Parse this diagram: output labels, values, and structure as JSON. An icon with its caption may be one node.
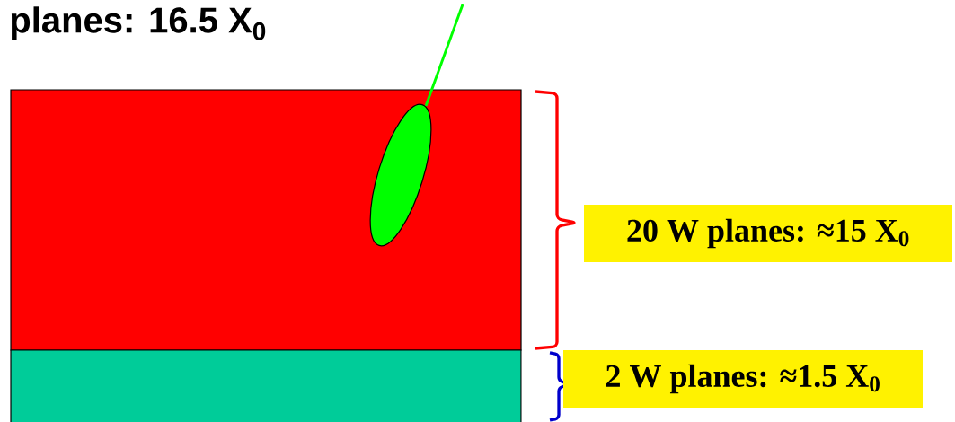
{
  "diagram": {
    "title": "planes: 16.5 X$_{0}$",
    "nodes": [
      {
        "text": [
          "20 W planes: ≈15 X$_{0}$"
        ]
      },
      {
        "text": [
          "2 W planes: ≈1.5 X$_{0}$"
        ]
      }
    ]
  }
}
